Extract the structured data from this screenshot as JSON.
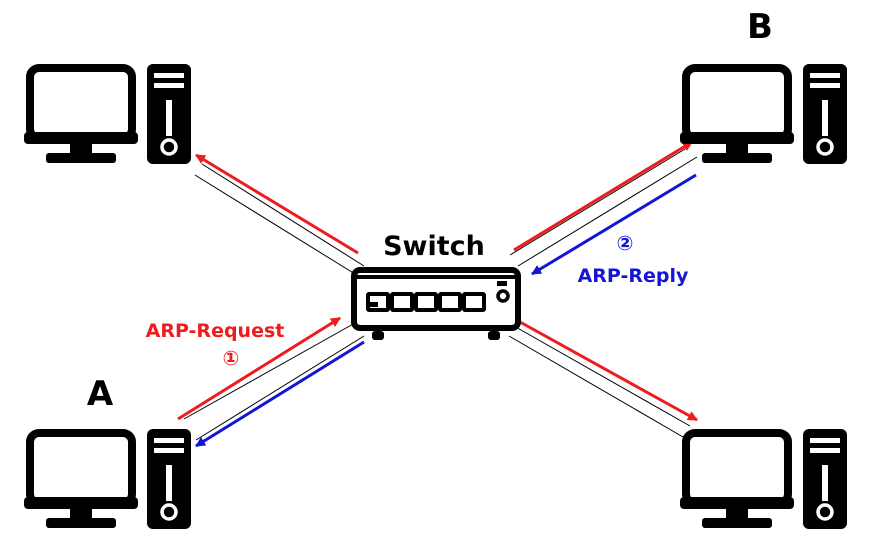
{
  "diagram": {
    "switch_label": "Switch",
    "host_a_label": "A",
    "host_b_label": "B",
    "request_label": "ARP-Request",
    "request_step": "①",
    "reply_label": "ARP-Reply",
    "reply_step": "②"
  },
  "colors": {
    "request": "#ee1c1c",
    "reply": "#1515d8",
    "device": "#000000",
    "background": "#ffffff"
  },
  "devices": [
    "computer-top-left",
    "computer-b",
    "computer-a",
    "computer-bottom-right",
    "network-switch"
  ]
}
